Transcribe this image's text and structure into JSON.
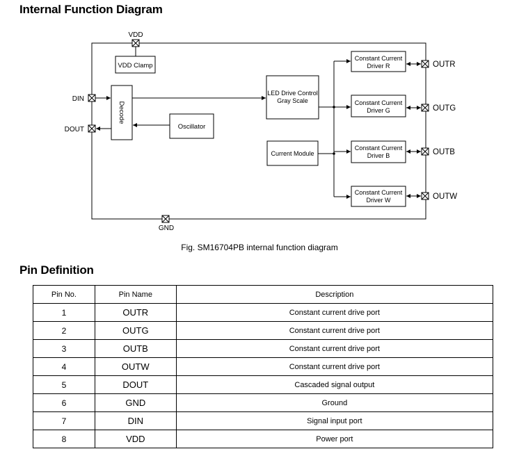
{
  "headings": {
    "internal": "Internal Function Diagram",
    "pins": "Pin Definition"
  },
  "diagram": {
    "pins": {
      "vdd": "VDD",
      "gnd": "GND",
      "din": "DIN",
      "dout": "DOUT",
      "outr": "OUTR",
      "outg": "OUTG",
      "outb": "OUTB",
      "outw": "OUTW"
    },
    "blocks": {
      "vdd_clamp": "VDD Clamp",
      "decode": "Decode",
      "oscillator": "Oscillator",
      "led_drive_line1": "LED Drive Control",
      "led_drive_line2": "Gray Scale",
      "current_module": "Current Module",
      "driver_r_line1": "Constant Current",
      "driver_r_line2": "Driver  R",
      "driver_g_line1": "Constant Current",
      "driver_g_line2": "Driver  G",
      "driver_b_line1": "Constant Current",
      "driver_b_line2": "Driver  B",
      "driver_w_line1": "Constant Current",
      "driver_w_line2": "Driver  W"
    },
    "caption": "Fig. SM16704PB internal function diagram"
  },
  "pin_table": {
    "headers": [
      "Pin No.",
      "Pin Name",
      "Description"
    ],
    "rows": [
      {
        "no": "1",
        "name": "OUTR",
        "desc": "Constant current drive port"
      },
      {
        "no": "2",
        "name": "OUTG",
        "desc": "Constant current drive port"
      },
      {
        "no": "3",
        "name": "OUTB",
        "desc": "Constant current drive port"
      },
      {
        "no": "4",
        "name": "OUTW",
        "desc": "Constant current drive port"
      },
      {
        "no": "5",
        "name": "DOUT",
        "desc": "Cascaded signal output"
      },
      {
        "no": "6",
        "name": "GND",
        "desc": "Ground"
      },
      {
        "no": "7",
        "name": "DIN",
        "desc": "Signal input port"
      },
      {
        "no": "8",
        "name": "VDD",
        "desc": "Power port"
      }
    ]
  }
}
